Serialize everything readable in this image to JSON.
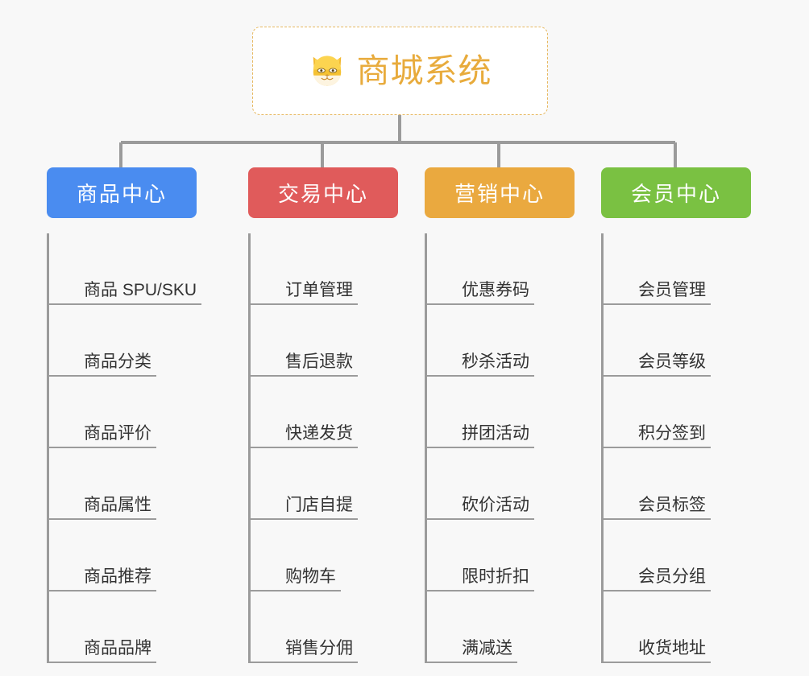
{
  "background_color": "#f8f8f8",
  "root": {
    "icon": "shiba-dog-face-icon",
    "title": "商城系统",
    "title_color": "#e8ab3c",
    "border_color": "#e7b860",
    "background_color": "#ffffff"
  },
  "connector_color": "#9b9b9b",
  "categories": [
    {
      "label": "商品中心",
      "color": "#4a8cf0",
      "items": [
        "商品 SPU/SKU",
        "商品分类",
        "商品评价",
        "商品属性",
        "商品推荐",
        "商品品牌"
      ]
    },
    {
      "label": "交易中心",
      "color": "#e05b5b",
      "items": [
        "订单管理",
        "售后退款",
        "快递发货",
        "门店自提",
        "购物车",
        "销售分佣"
      ]
    },
    {
      "label": "营销中心",
      "color": "#eaa93f",
      "items": [
        "优惠券码",
        "秒杀活动",
        "拼团活动",
        "砍价活动",
        "限时折扣",
        "满减送"
      ]
    },
    {
      "label": "会员中心",
      "color": "#7ac142",
      "items": [
        "会员管理",
        "会员等级",
        "积分签到",
        "会员标签",
        "会员分组",
        "收货地址"
      ]
    }
  ]
}
